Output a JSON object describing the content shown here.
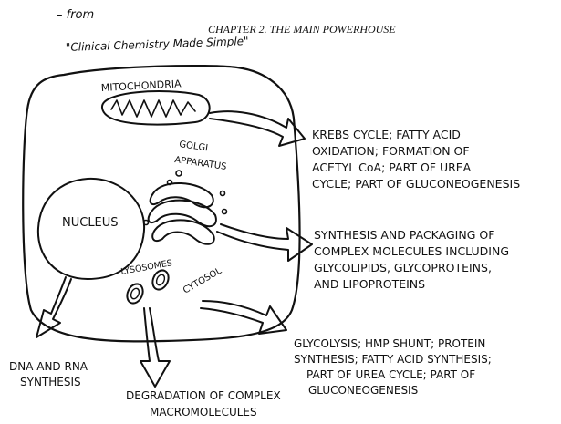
{
  "header": {
    "chapter": "CHAPTER 2. THE MAIN POWERHOUSE",
    "note_line1": "– from",
    "note_line2": "\"Clinical Chemistry Made Simple\""
  },
  "organelles": {
    "mitochondria": "MITOCHONDRIA",
    "golgi_line1": "GOLGI",
    "golgi_line2": "APPARATUS",
    "nucleus": "NUCLEUS",
    "lysosomes": "LYSOSOMES",
    "cytosol": "CYTOSOL"
  },
  "functions": {
    "mitochondria": [
      "KREBS CYCLE; FATTY ACID",
      "OXIDATION; FORMATION OF",
      "ACETYL CoA; PART OF UREA",
      "CYCLE; PART OF GLUCONEOGENESIS"
    ],
    "golgi": [
      "SYNTHESIS AND PACKAGING OF",
      "COMPLEX MOLECULES INCLUDING",
      "GLYCOLIPIDS, GLYCOPROTEINS,",
      "AND LIPOPROTEINS"
    ],
    "cytosol": [
      "GLYCOLYSIS; HMP SHUNT; PROTEIN",
      "SYNTHESIS; FATTY ACID SYNTHESIS;",
      "PART OF UREA CYCLE; PART OF",
      "GLUCONEOGENESIS"
    ],
    "nucleus": [
      "DNA AND RNA",
      "SYNTHESIS"
    ],
    "lysosomes": [
      "DEGRADATION OF COMPLEX",
      "MACROMOLECULES"
    ]
  }
}
